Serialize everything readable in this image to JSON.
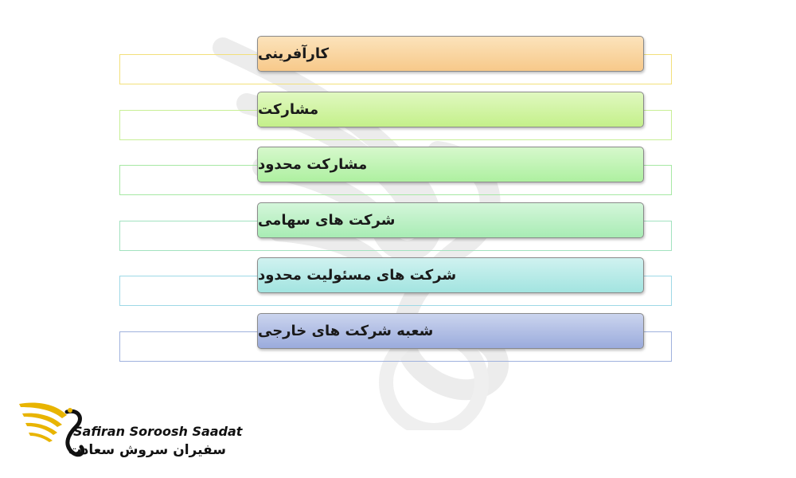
{
  "diagram": {
    "items": [
      {
        "label": "کارآفرینی",
        "fill": "#f7c98a",
        "fill_light": "#fce3bb",
        "outline": "#f2e07a"
      },
      {
        "label": "مشارکت",
        "fill": "#c4f08a",
        "fill_light": "#e0f8c0",
        "outline": "#c8ef96"
      },
      {
        "label": "مشارکت محدود",
        "fill": "#aef0a0",
        "fill_light": "#d6f8cc",
        "outline": "#a6e8a4"
      },
      {
        "label": "شرکت های سهامی",
        "fill": "#a8ecb4",
        "fill_light": "#d4f6da",
        "outline": "#a2e2bf"
      },
      {
        "label": "شرکت های مسئولیت محدود",
        "fill": "#a2e4e0",
        "fill_light": "#d0f2f0",
        "outline": "#9ed8e6"
      },
      {
        "label": "شعبه شرکت های خارجی",
        "fill": "#9aabdc",
        "fill_light": "#cbd4ee",
        "outline": "#9fb1dd"
      }
    ]
  },
  "logo": {
    "text_latin": "Safiran Soroosh Saadat",
    "text_persian": "سفیران سروش سعادت",
    "icon": "golden-swan-icon",
    "colors": {
      "gold": "#e8b400",
      "black": "#111111"
    }
  },
  "watermark": {
    "icon": "swan-watermark-icon"
  }
}
